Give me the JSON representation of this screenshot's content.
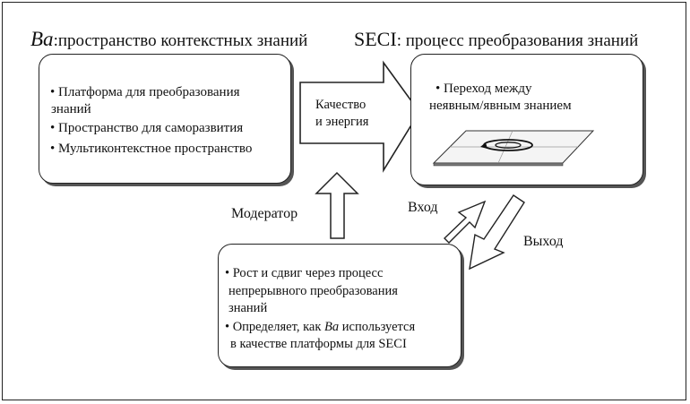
{
  "ba_heading": {
    "italic": "Ba",
    "rest": ":пространство контекстных знаний"
  },
  "seci_heading": {
    "big": "SECI",
    "rest": ": процесс преобразования знаний"
  },
  "ba_box": {
    "items": [
      "• Платформа для преобразования",
      "знаний",
      "• Пространство для саморазвития",
      "• Мультиконтекстное пространство"
    ]
  },
  "seci_box": {
    "items": [
      "• Переход  между",
      "неявным/явным знанием"
    ]
  },
  "arrow_label": {
    "line1": "Качество",
    "line2": "и энергия"
  },
  "moderator_label": "Модератор",
  "input_label": "Вход",
  "output_label": "Выход",
  "bottom_box": {
    "line1": "• Рост и сдвиг через процесс",
    "line2": "непрерывного преобразования",
    "line3": "знаний",
    "line4_pre": "• Определяет, как ",
    "line4_italic": "Ba",
    "line4_post": " используется",
    "line5": "в качестве платформы для SECI"
  }
}
